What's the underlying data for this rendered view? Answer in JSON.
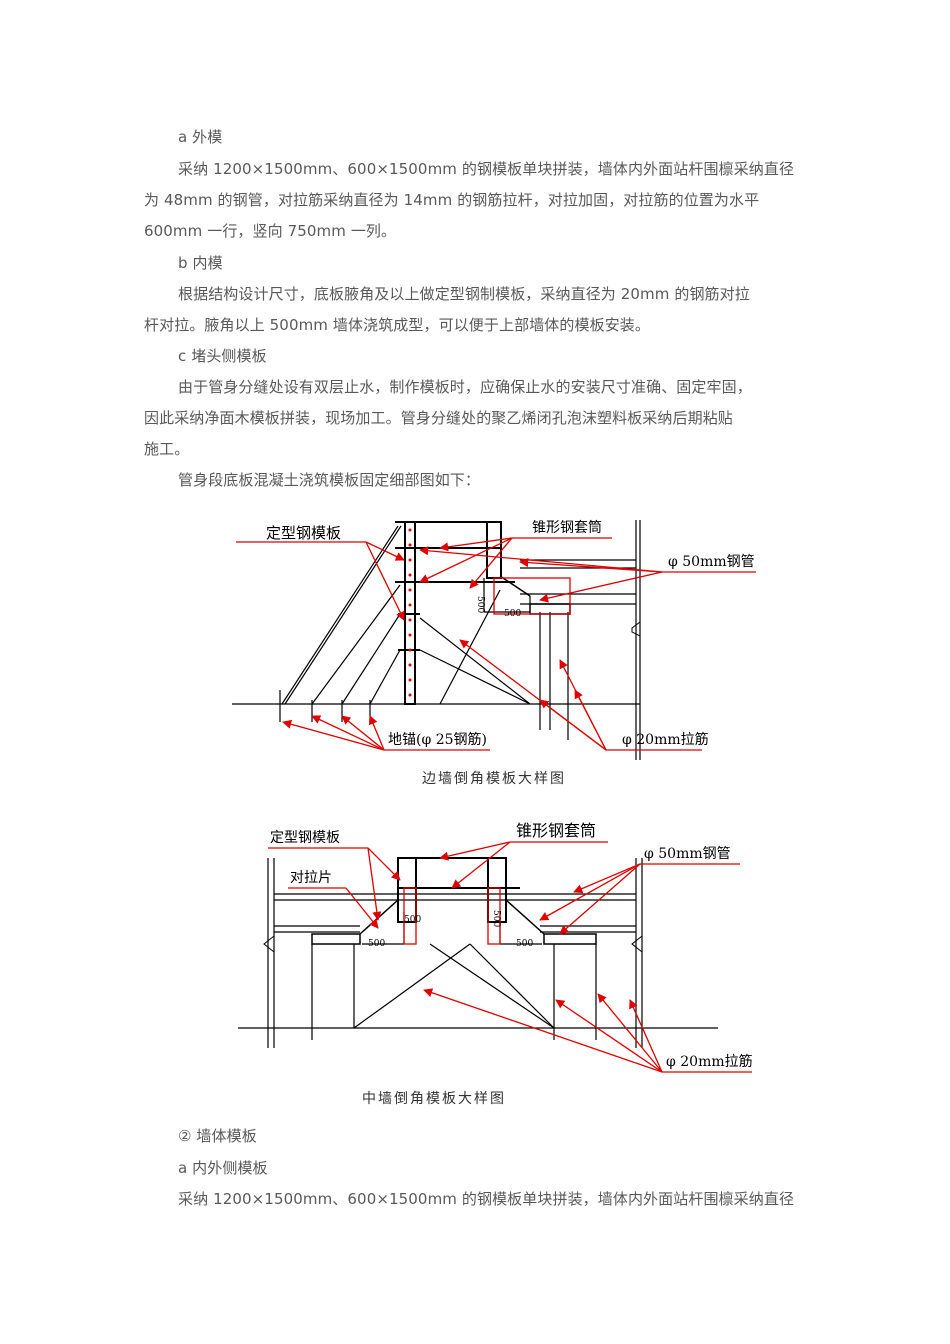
{
  "paragraphs": {
    "a_heading": "a 外模",
    "a_line1": "采纳 1200×1500mm、600×1500mm 的钢模板单块拼装，墙体内外面站杆围檩采纳直径",
    "a_line2": "为 48mm 的钢管，对拉筋采纳直径为 14mm 的钢筋拉杆，对拉加固，对拉筋的位置为水平",
    "a_line3": "600mm 一行，竖向 750mm 一列。",
    "b_heading": "b 内模",
    "b_line1": "根据结构设计尺寸，底板腋角及以上做定型钢制模板，采纳直径为 20mm 的钢筋对拉",
    "b_line2": "杆对拉。腋角以上 500mm 墙体浇筑成型，可以便于上部墙体的模板安装。",
    "c_heading": "c 堵头侧模板",
    "c_line1": "由于管身分缝处设有双层止水，制作模板时，应确保止水的安装尺寸准确、固定牢固，",
    "c_line2": "因此采纳净面木模板拼装，现场加工。管身分缝处的聚乙烯闭孔泡沫塑料板采纳后期粘贴",
    "c_line3": "施工。",
    "intro": "管身段底板混凝土浇筑模板固定细部图如下：",
    "wall_heading": "② 墙体模板",
    "wall_a_heading": "a 内外侧模板",
    "wall_a_line1": "采纳 1200×1500mm、600×1500mm 的钢模板单块拼装，墙体内外面站杆围檩采纳直径"
  },
  "figure1": {
    "label_formwork": "定型钢模板",
    "label_cone": "锥形钢套筒",
    "label_pipe": "φ 50mm钢管",
    "label_anchor": "地锚(φ 25钢筋)",
    "label_tie": "φ 20mm拉筋",
    "dim_500_v": "500",
    "dim_500_h": "500",
    "caption": "边墙倒角模板大样图"
  },
  "figure2": {
    "label_formwork": "定型钢模板",
    "label_cone": "锥形钢套筒",
    "label_pipe": "φ 50mm钢管",
    "label_plate": "对拉片",
    "label_tie": "φ 20mm拉筋",
    "dim_500_a": "500",
    "dim_500_b": "500",
    "dim_500_c": "500",
    "dim_500_d": "500",
    "caption": "中墙倒角模板大样图"
  },
  "colors": {
    "text": "#595959",
    "annotation": "#e00000",
    "drawing": "#000000"
  }
}
